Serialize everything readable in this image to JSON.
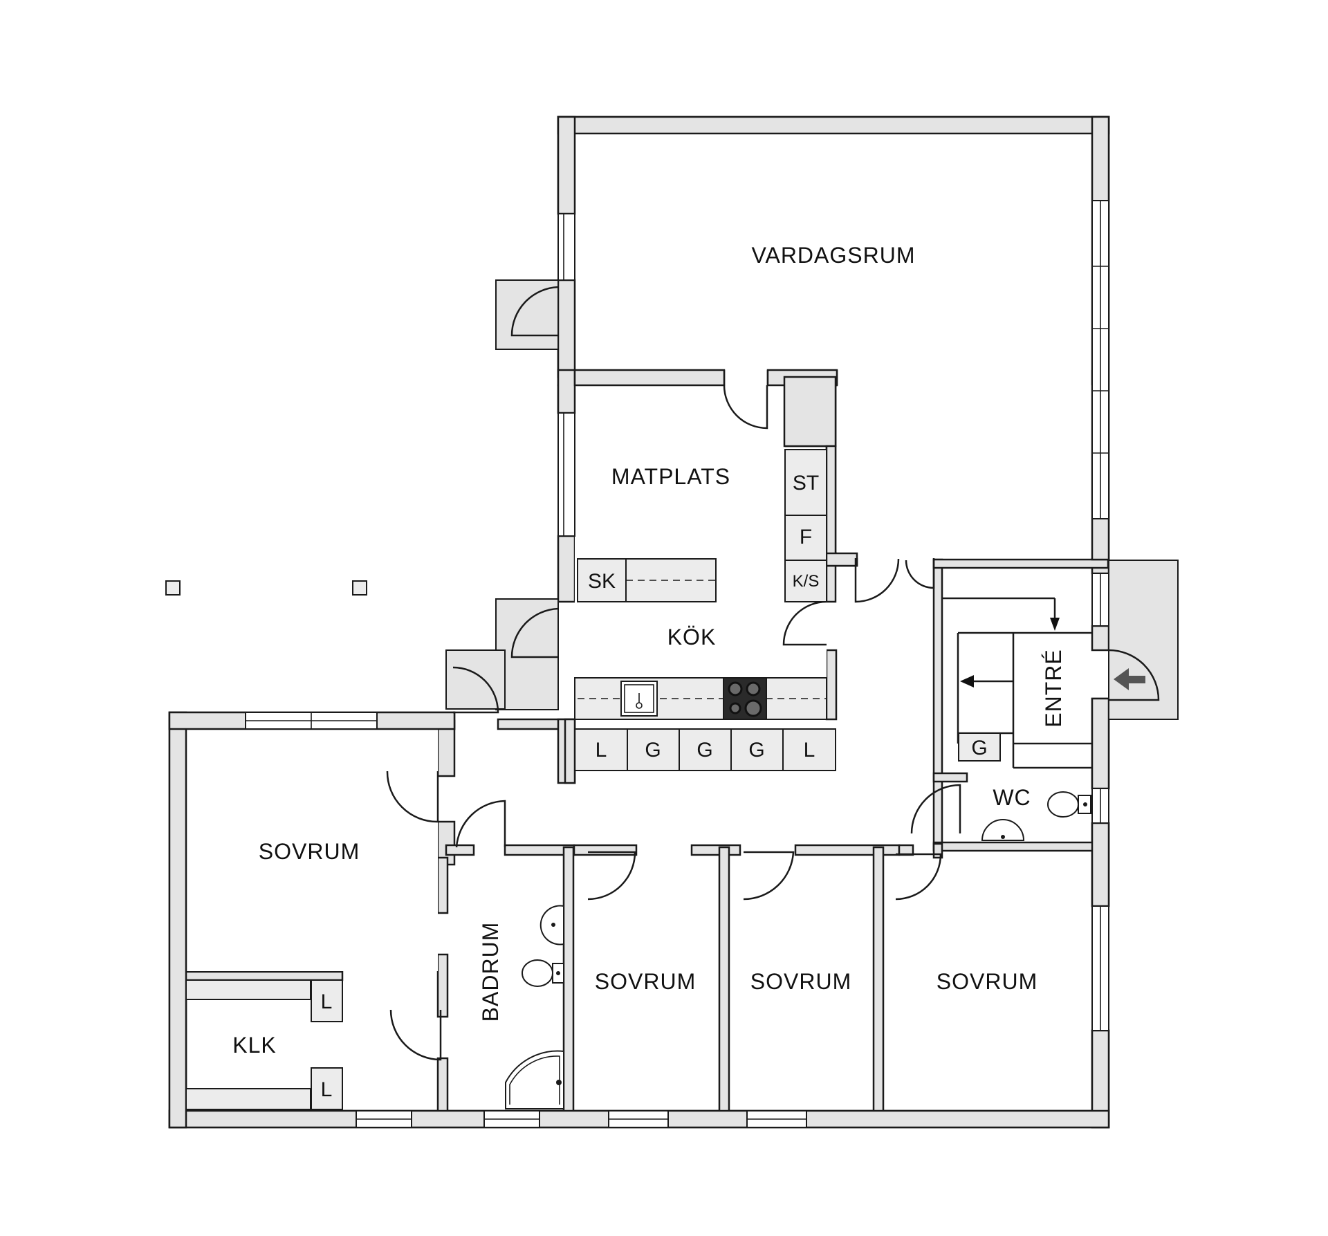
{
  "rooms": {
    "vardagsrum": "VARDAGSRUM",
    "matplats": "MATPLATS",
    "kok": "KÖK",
    "entre": "ENTRÉ",
    "wc": "WC",
    "sovrum_1": "SOVRUM",
    "sovrum_2": "SOVRUM",
    "sovrum_3": "SOVRUM",
    "sovrum_4": "SOVRUM",
    "badrum": "BADRUM",
    "klk": "KLK"
  },
  "fixtures": {
    "st": "ST",
    "f": "F",
    "ks": "K/S",
    "sk": "SK",
    "kitchen_row": [
      "L",
      "G",
      "G",
      "G",
      "L"
    ],
    "entre_g": "G",
    "klk_l1": "L",
    "klk_l2": "L"
  },
  "colors": {
    "wall_fill": "#e4e4e4",
    "line": "#1a1a1a",
    "entry_arrow": "#555555"
  }
}
